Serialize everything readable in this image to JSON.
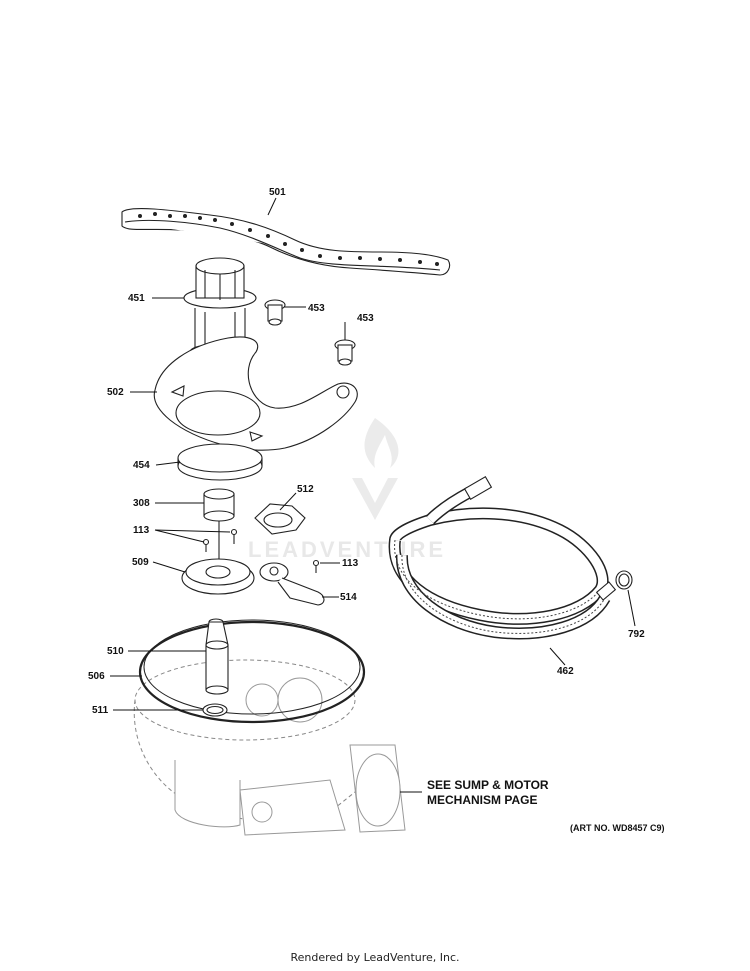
{
  "watermark": {
    "text": "LEADVENTURE"
  },
  "callouts": [
    {
      "id": "501",
      "label": "501"
    },
    {
      "id": "451",
      "label": "451"
    },
    {
      "id": "453a",
      "label": "453"
    },
    {
      "id": "453b",
      "label": "453"
    },
    {
      "id": "502",
      "label": "502"
    },
    {
      "id": "454",
      "label": "454"
    },
    {
      "id": "308",
      "label": "308"
    },
    {
      "id": "512",
      "label": "512"
    },
    {
      "id": "113a",
      "label": "113"
    },
    {
      "id": "113b",
      "label": "113"
    },
    {
      "id": "509",
      "label": "509"
    },
    {
      "id": "514",
      "label": "514"
    },
    {
      "id": "510",
      "label": "510"
    },
    {
      "id": "506",
      "label": "506"
    },
    {
      "id": "511",
      "label": "511"
    },
    {
      "id": "462",
      "label": "462"
    },
    {
      "id": "792",
      "label": "792"
    }
  ],
  "reference_note": {
    "line1": "SEE SUMP & MOTOR",
    "line2": "MECHANISM PAGE"
  },
  "art_number": "(ART NO. WD8457 C9)",
  "footer": "Rendered by LeadVenture, Inc."
}
